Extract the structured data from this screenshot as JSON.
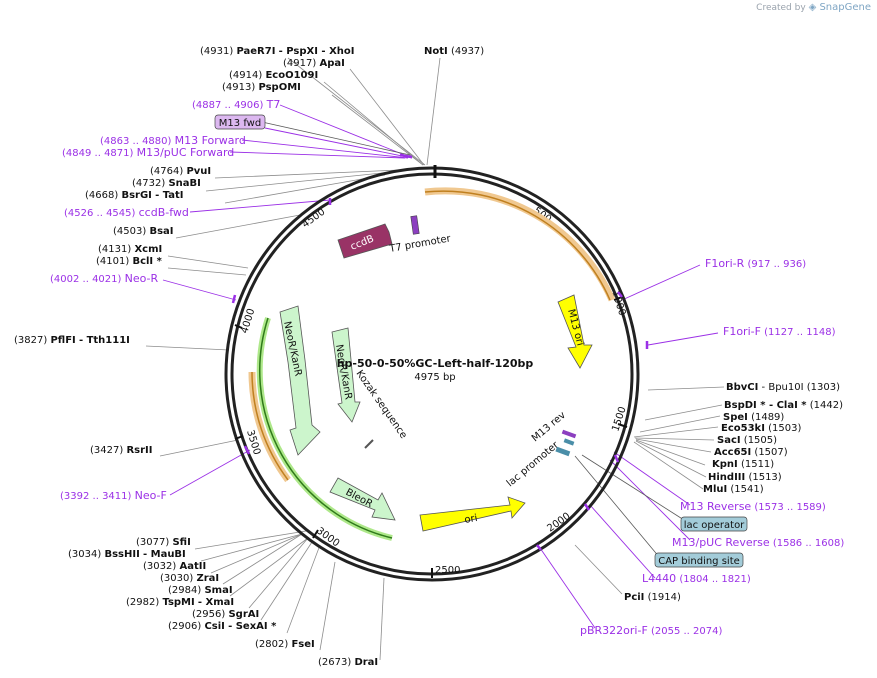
{
  "credit": {
    "prefix": "Created by",
    "brand": "SnapGene"
  },
  "plasmid": {
    "name": "hp-50-0-50%GC-Left-half-120bp",
    "length_label": "4975 bp"
  },
  "ticks": [
    "500",
    "1000",
    "1500",
    "2000",
    "2500",
    "3000",
    "3500",
    "4000",
    "4500"
  ],
  "features": [
    {
      "label": "M13 ori",
      "color": "#ffff00"
    },
    {
      "label": "ori",
      "color": "#ffff00"
    },
    {
      "label": "BleoR",
      "color": "#ccf5cc"
    },
    {
      "label": "NeoR/KanR",
      "color": "#ccf5cc"
    },
    {
      "label": "NeoR/KanR",
      "color": "#ccf5cc"
    },
    {
      "label": "ccdB",
      "color": "#993366"
    },
    {
      "label": "T7 promoter",
      "color": "#ffffff"
    },
    {
      "label": "lac promoter",
      "color": "#ffffff"
    },
    {
      "label": "Kozak sequence",
      "color": "#ffffff"
    },
    {
      "label": "M13 rev",
      "color": "#ffffff"
    }
  ],
  "sites": [
    {
      "pos": "(4931)",
      "name": "PaeR7I",
      "extra": "- PspXI   - XhoI"
    },
    {
      "pos": "",
      "name": "NotI",
      "extra": "(4937)"
    },
    {
      "pos": "(4917)",
      "name": "ApaI",
      "extra": ""
    },
    {
      "pos": "(4914)",
      "name": "EcoO109I",
      "extra": ""
    },
    {
      "pos": "(4913)",
      "name": "PspOMI",
      "extra": ""
    },
    {
      "pos": "(4764)",
      "name": "PvuI",
      "extra": ""
    },
    {
      "pos": "(4732)",
      "name": "SnaBI",
      "extra": ""
    },
    {
      "pos": "(4668)",
      "name": "BsrGI",
      "extra": "- TatI"
    },
    {
      "pos": "(4503)",
      "name": "BsaI",
      "extra": ""
    },
    {
      "pos": "(4131)",
      "name": "XcmI",
      "extra": ""
    },
    {
      "pos": "(4101)",
      "name": "BclI *",
      "extra": ""
    },
    {
      "pos": "(3827)",
      "name": "PflFI",
      "extra": "- Tth111I"
    },
    {
      "pos": "(3427)",
      "name": "RsrII",
      "extra": ""
    },
    {
      "pos": "(3077)",
      "name": "SfiI",
      "extra": ""
    },
    {
      "pos": "(3034)",
      "name": "BssHII",
      "extra": "- MauBI"
    },
    {
      "pos": "(3032)",
      "name": "AatII",
      "extra": ""
    },
    {
      "pos": "(3030)",
      "name": "ZraI",
      "extra": ""
    },
    {
      "pos": "(2984)",
      "name": "SmaI",
      "extra": ""
    },
    {
      "pos": "(2982)",
      "name": "TspMI",
      "extra": "- XmaI"
    },
    {
      "pos": "(2956)",
      "name": "SgrAI",
      "extra": ""
    },
    {
      "pos": "(2906)",
      "name": "CsiI",
      "extra": "- SexAI *"
    },
    {
      "pos": "(2802)",
      "name": "FseI",
      "extra": ""
    },
    {
      "pos": "(2673)",
      "name": "DraI",
      "extra": ""
    },
    {
      "pos": "",
      "name": "PciI",
      "extra": "(1914)"
    },
    {
      "pos": "",
      "name": "MluI",
      "extra": "(1541)"
    },
    {
      "pos": "",
      "name": "HindIII",
      "extra": "(1513)"
    },
    {
      "pos": "",
      "name": "KpnI",
      "extra": "(1511)"
    },
    {
      "pos": "",
      "name": "Acc65I",
      "extra": "(1507)"
    },
    {
      "pos": "",
      "name": "SacI",
      "extra": "(1505)"
    },
    {
      "pos": "",
      "name": "Eco53kI",
      "extra": "(1503)"
    },
    {
      "pos": "",
      "name": "SpeI",
      "extra": "(1489)"
    },
    {
      "pos": "",
      "name": "BspDI * - ClaI *",
      "extra": "(1442)"
    },
    {
      "pos": "",
      "name": "BbvCI",
      "extra": "- Bpu10I   (1303)"
    }
  ],
  "primers": [
    {
      "range": "(4887 .. 4906)",
      "name": "T7"
    },
    {
      "range": "(4863 .. 4880)",
      "name": "M13 Forward"
    },
    {
      "range": "(4849 .. 4871)",
      "name": "M13/pUC Forward"
    },
    {
      "range": "(4526 .. 4545)",
      "name": "ccdB-fwd"
    },
    {
      "range": "(4002 .. 4021)",
      "name": "Neo-R"
    },
    {
      "range": "(3392 .. 3411)",
      "name": "Neo-F"
    },
    {
      "range": "(917 .. 936)",
      "name": "F1ori-R"
    },
    {
      "range": "(1127 .. 1148)",
      "name": "F1ori-F"
    },
    {
      "range": "(1573 .. 1589)",
      "name": "M13 Reverse"
    },
    {
      "range": "(1586 .. 1608)",
      "name": "M13/pUC Reverse"
    },
    {
      "range": "(1804 .. 1821)",
      "name": "L4440"
    },
    {
      "range": "(2055 .. 2074)",
      "name": "pBR322ori-F"
    }
  ],
  "boxed": [
    {
      "name": "M13 fwd",
      "color": "#dcb8f0"
    },
    {
      "name": "lac operator",
      "color": "#a3ccd9"
    },
    {
      "name": "CAP binding site",
      "color": "#a3ccd9"
    }
  ]
}
